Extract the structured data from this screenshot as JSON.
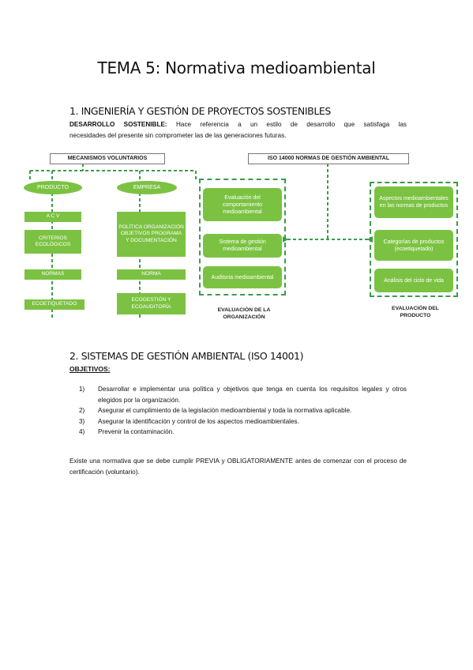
{
  "title": "TEMA 5: Normativa medioambiental",
  "section1": {
    "heading": "1.  INGENIERÍA Y GESTIÓN DE PROYECTOS SOSTENIBLES",
    "term": "DESARROLLO SOSTENIBLE:",
    "definition_line1": " Hace referencia a un estilo de desarrollo que satisfaga las",
    "definition_line2": "necesidades del presente sin comprometer las de las generaciones futuras."
  },
  "diagram": {
    "mecanismos_header": "MECANISMOS VOLUNTARIOS",
    "iso_header": "ISO 14000 NORMAS DE GESTIÓN  AMBIENTAL",
    "producto": {
      "label": "PRODUCTO",
      "items": [
        "A C V",
        "CRITERIOS ECOLÓGICOS",
        "NORMAS",
        "ECOETIQUETADO"
      ]
    },
    "empresa": {
      "label": "EMPRESA",
      "items": [
        "POLÍTICA ORGANIZACIÓN OBJETIVOS PROGRAMA Y DOCUMENTACIÓN",
        "NORMA",
        "ECOGESTIÓN Y ECOAUDITORÍA"
      ]
    },
    "organizacion": {
      "items": [
        "Evaluación del comportamiento medioambiental",
        "Sistema de gestión medioambiental",
        "Auditoria medioambiental"
      ],
      "caption": "EVALUACIÓN DE LA ORGANIZACIÓN"
    },
    "producto_eval": {
      "items": [
        "Aspectos medioambientales en las normas de productos",
        "Categorías de productos (ecoetiquetado)",
        "Análisis del ciclo de vida"
      ],
      "caption": "EVALUACIÓN DEL PRODUCTO"
    },
    "accent": "#7cc242",
    "dash_color": "#3a9c4a"
  },
  "section2": {
    "heading": "2.  SISTEMAS DE GESTIÓN AMBIENTAL (ISO 14001)",
    "objectives_title": "OBJETIVOS:",
    "objectives": [
      {
        "n": "1)",
        "text": "Desarrollar e implementar una política y objetivos que tenga en cuenta los requisitos legales y otros elegidos por la organización."
      },
      {
        "n": "2)",
        "text": "Asegurar el cumplimiento de la legislación medioambiental y toda la normativa aplicable."
      },
      {
        "n": "3)",
        "text": "Asegurar la identificación y control de los aspectos medioambientales."
      },
      {
        "n": "4)",
        "text": "Prevenir la contaminación."
      }
    ],
    "closing": "Existe una normativa que se debe cumplir PREVIA y OBLIGATORIAMENTE antes de comenzar con el proceso de certificación (voluntario)."
  }
}
